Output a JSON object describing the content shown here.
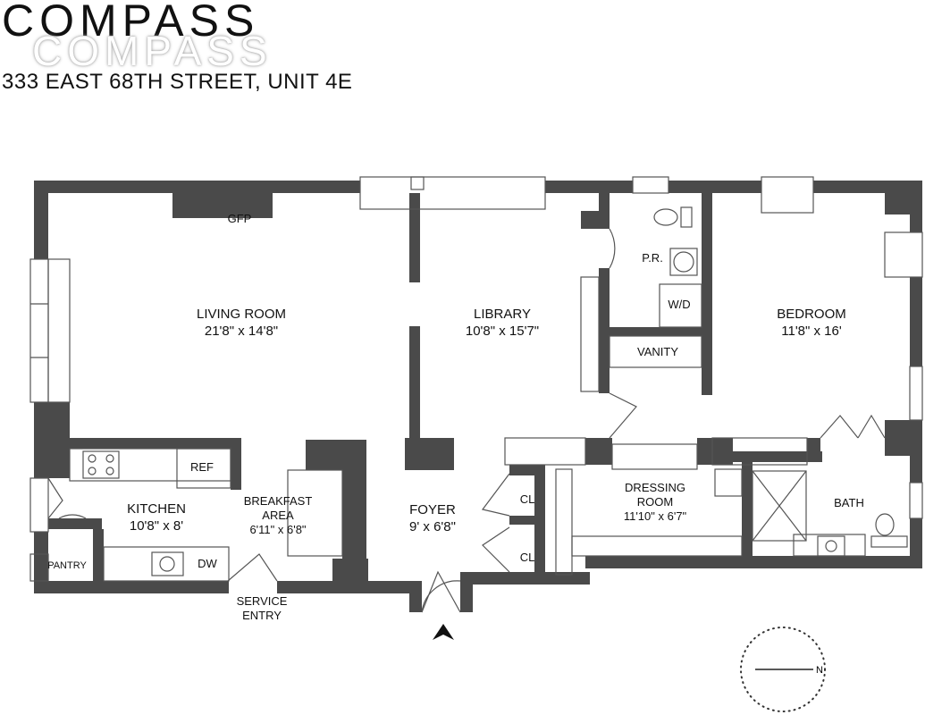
{
  "brand": {
    "logo_text": "COMPASS",
    "watermark_text": "COMPASS"
  },
  "address": "333 EAST 68TH STREET, UNIT 4E",
  "rooms": {
    "living_room": {
      "name": "LIVING ROOM",
      "dims": "21'8\" x 14'8\""
    },
    "library": {
      "name": "LIBRARY",
      "dims": "10'8\" x 15'7\""
    },
    "bedroom": {
      "name": "BEDROOM",
      "dims": "11'8\" x 16'"
    },
    "kitchen": {
      "name": "KITCHEN",
      "dims": "10'8\" x 8'"
    },
    "breakfast_area": {
      "name1": "BREAKFAST",
      "name2": "AREA",
      "dims": "6'11\" x 6'8\""
    },
    "foyer": {
      "name": "FOYER",
      "dims": "9' x 6'8\""
    },
    "dressing_room": {
      "name1": "DRESSING",
      "name2": "ROOM",
      "dims": "11'10\" x 6'7\""
    }
  },
  "fixtures": {
    "gfp": "GFP",
    "pr": "P.R.",
    "wd": "W/D",
    "vanity": "VANITY",
    "ref": "REF",
    "dw": "DW",
    "pantry": "PANTRY",
    "cl1": "CL",
    "cl2": "CL",
    "bath": "BATH",
    "service_entry1": "SERVICE",
    "service_entry2": "ENTRY"
  },
  "compass": {
    "north_label": "N"
  },
  "colors": {
    "wall": "#4a4a4a",
    "line": "#555555"
  }
}
